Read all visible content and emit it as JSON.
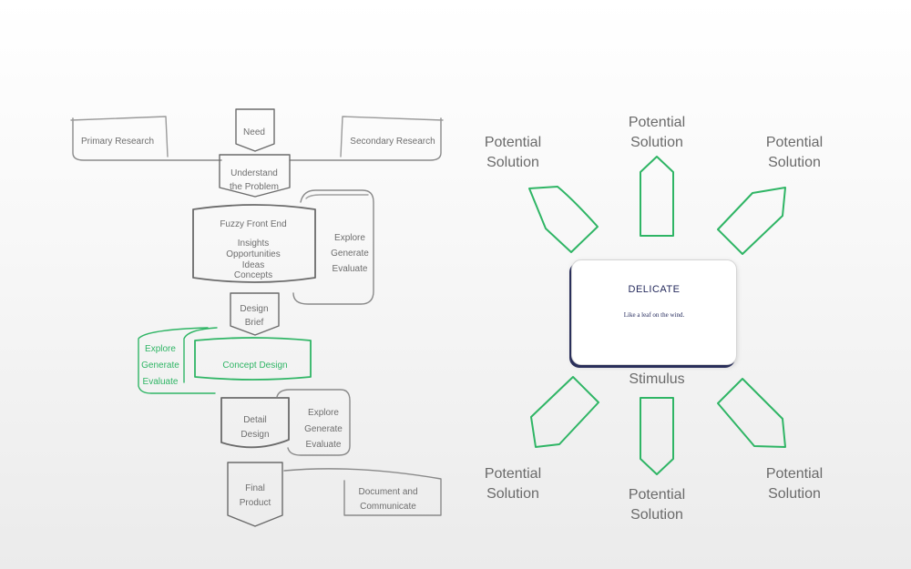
{
  "flowchart": {
    "need": "Need",
    "primary_research": "Primary Research",
    "secondary_research": "Secondary Research",
    "understand": [
      "Understand",
      "the Problem"
    ],
    "fuzzy_front_end": "Fuzzy Front End",
    "fuzzy_items": [
      "Insights",
      "Opportunities",
      "Ideas",
      "Concepts"
    ],
    "loop1": [
      "Explore",
      "Generate",
      "Evaluate"
    ],
    "design_brief": [
      "Design",
      "Brief"
    ],
    "loop2": [
      "Explore",
      "Generate",
      "Evaluate"
    ],
    "concept_design": "Concept Design",
    "detail_design": [
      "Detail",
      "Design"
    ],
    "loop3": [
      "Explore",
      "Generate",
      "Evaluate"
    ],
    "final_product": [
      "Final",
      "Product"
    ],
    "document": [
      "Document and",
      "Communicate"
    ]
  },
  "ideation": {
    "stimulus_label": "Stimulus",
    "card": {
      "title": "DELICATE",
      "subtitle": "Like a leaf on the wind."
    },
    "potential_solutions": [
      [
        "Potential",
        "Solution"
      ],
      [
        "Potential",
        "Solution"
      ],
      [
        "Potential",
        "Solution"
      ],
      [
        "Potential",
        "Solution"
      ],
      [
        "Potential",
        "Solution"
      ],
      [
        "Potential",
        "Solution"
      ]
    ]
  },
  "colors": {
    "sketch_gray": "#6e6e6e",
    "accent_green": "#2fb565",
    "card_navy": "#242a5c"
  }
}
